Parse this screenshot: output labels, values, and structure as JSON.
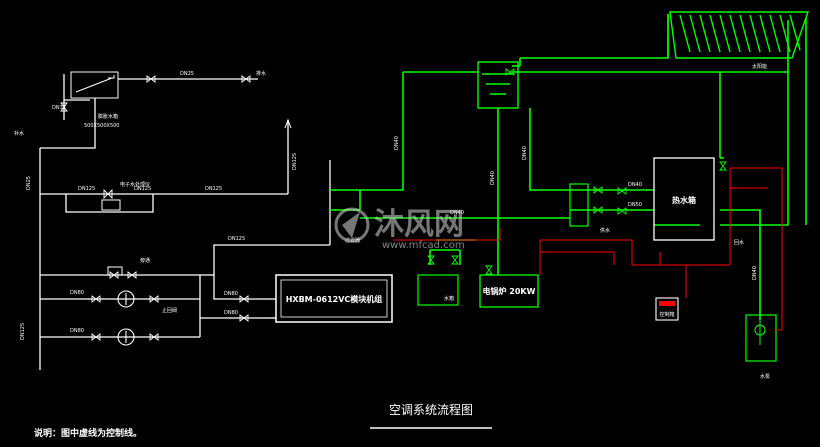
{
  "diagram": {
    "title": "空调系统流程图",
    "note": "说明：图中虚线为控制线。",
    "watermark": {
      "text": "沐风网",
      "url": "www.mfcad.com"
    },
    "components": {
      "hot_water_tank": "热水箱",
      "chiller_panel": "HXBM-0612VC模块机组",
      "boiler": "电锅炉 20KW",
      "solar": "太阳能",
      "pump": "水泵",
      "tank_label": "水箱",
      "pump_label": "水泵",
      "control_box": "控制箱"
    },
    "pipe_labels": {
      "dn25_top": "DN25",
      "dn32": "DN32",
      "dn40_a": "DN40",
      "dn40_b": "DN40",
      "dn40_c": "DN40",
      "dn25_v": "DN25",
      "dn125_a": "DN125",
      "dn125_b": "DN125",
      "dn125_c": "DN125",
      "dn125_d": "DN125",
      "dn125_e": "DN125",
      "dn125_f": "DN125",
      "dn80_a": "DN80",
      "dn80_b": "DN80",
      "dn80_c": "DN80",
      "dn80_d": "DN80",
      "dn40_d": "DN40",
      "dn40_e": "DN40",
      "dn50": "DN50",
      "dn40_f": "DN40"
    },
    "text_labels": {
      "sewer": "排水",
      "expansion": "膨胀水箱",
      "expansion_size": "500X500X500",
      "make_up": "补水",
      "filter": "过滤器",
      "softener": "电子水处理仪",
      "check": "止回阀",
      "bypass": "旁通",
      "supply": "供水",
      "return": "回水"
    }
  }
}
